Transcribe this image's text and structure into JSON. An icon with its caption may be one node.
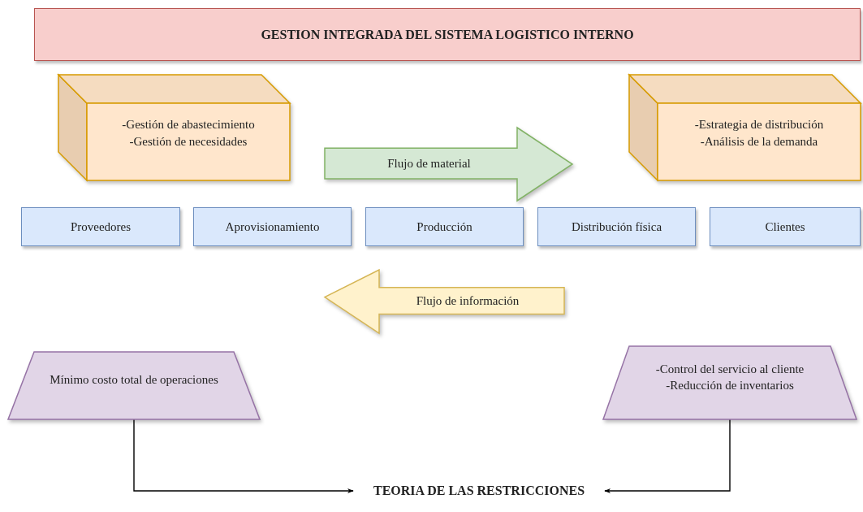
{
  "diagram": {
    "nodes": [
      {
        "text": [
          "GESTION INTEGRADA DEL SISTEMA LOGISTICO INTERNO"
        ]
      },
      {
        "text": [
          "-Gestión de abastecimiento",
          "-Gestión de necesidades"
        ]
      },
      {
        "text": [
          "-Estrategia de distribución",
          "-Análisis de la demanda"
        ]
      },
      {
        "text": [
          "Flujo de material"
        ]
      },
      {
        "text": [
          "Proveedores"
        ]
      },
      {
        "text": [
          "Aprovisionamiento"
        ]
      },
      {
        "text": [
          "Producción"
        ]
      },
      {
        "text": [
          "Distribución física"
        ]
      },
      {
        "text": [
          "Clientes"
        ]
      },
      {
        "text": [
          "Flujo de información"
        ]
      },
      {
        "text": [
          "Mínimo costo total de operaciones"
        ]
      },
      {
        "text": [
          "-Control del servicio al cliente",
          "-Reducción de inventarios"
        ]
      },
      {
        "text": [
          "TEORIA DE LAS RESTRICCIONES"
        ]
      }
    ],
    "edges": [
      {
        "from": 10,
        "to": 12,
        "arrow": "to"
      },
      {
        "from": 11,
        "to": 12,
        "arrow": "to"
      }
    ]
  }
}
